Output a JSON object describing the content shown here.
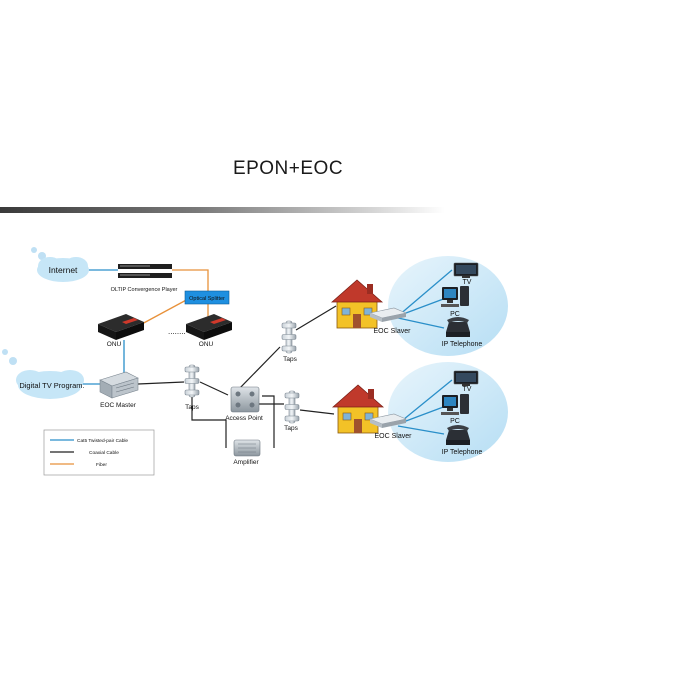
{
  "title": "EPON+EOC",
  "colors": {
    "cat5": "#2a8fc9",
    "coaxial": "#222222",
    "fiber": "#e8913a",
    "splitter": "#1e8fe0",
    "house_wall": "#f3c227",
    "house_roof": "#c0392b",
    "bubble": "#c6e6f7"
  },
  "nodes": {
    "internet": "Internet",
    "olt_player": "OLTIP Convergence Player",
    "optical_splitter": "Optical Splitter",
    "onu_left": "ONU",
    "onu_right": "ONU",
    "ellipsis": "........",
    "digital_tv": "Digital TV Program.",
    "eoc_master": "EOC Master",
    "taps_center": "Taps",
    "taps_top": "Taps",
    "taps_bottom": "Taps",
    "access_point": "Access Point",
    "amplifier": "Amplifier",
    "eoc_slaver_top": "EOC Slaver",
    "eoc_slaver_bottom": "EOC Slaver"
  },
  "endpoints_top": {
    "tv": "TV",
    "pc": "PC",
    "phone": "IP Telephone"
  },
  "endpoints_bottom": {
    "tv": "TV",
    "pc": "PC",
    "phone": "IP Telephone"
  },
  "legend": {
    "cat5": "Cat5 Twisted-pair Cable",
    "coaxial": "Coaxial Cable",
    "fiber": "Fiber"
  },
  "icons": [
    "cloud-icon",
    "server-rack-icon",
    "splitter-box-icon",
    "onu-device-icon",
    "eoc-master-device-icon",
    "taps-icon",
    "access-point-device-icon",
    "amplifier-device-icon",
    "house-icon",
    "eoc-slaver-device-icon",
    "tv-icon",
    "pc-icon",
    "phone-icon"
  ]
}
